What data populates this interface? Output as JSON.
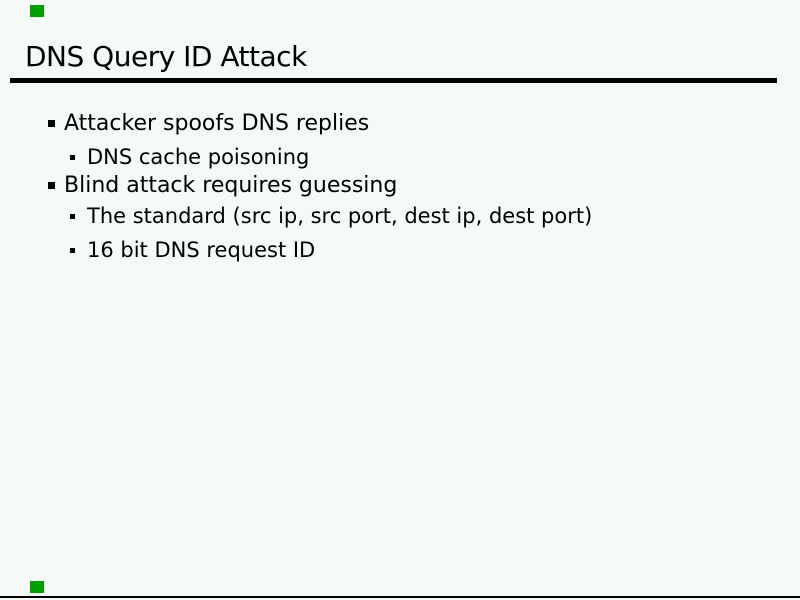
{
  "colors": {
    "background": "#f4faf5",
    "text": "#000000",
    "rule": "#000000",
    "marker": "#00a000"
  },
  "slide": {
    "title": "DNS Query ID Attack",
    "bullets": [
      {
        "level": 1,
        "text": "Attacker spoofs DNS replies"
      },
      {
        "level": 2,
        "text": "DNS cache poisoning"
      },
      {
        "level": 1,
        "text": "Blind attack requires guessing"
      },
      {
        "level": 2,
        "text": "The standard (src ip, src port, dest ip, dest port)"
      },
      {
        "level": 2,
        "text": "16 bit DNS request ID"
      }
    ]
  }
}
